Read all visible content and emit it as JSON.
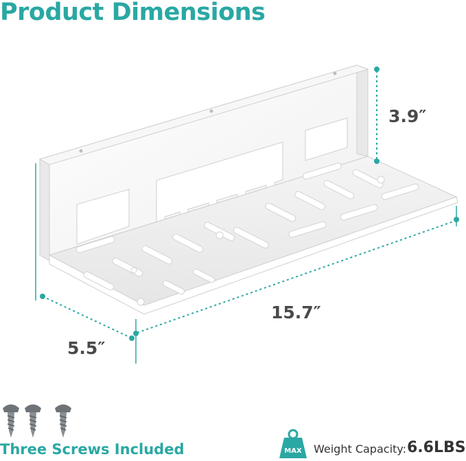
{
  "title": "Product Dimensions",
  "dimensions": {
    "height": "3.9″",
    "length": "15.7″",
    "depth": "5.5″"
  },
  "screws": {
    "label": "Three Screws Included",
    "count": 3,
    "icon": "screw-icon"
  },
  "weight": {
    "label": "Weight Capacity:",
    "value": "6.6LBS",
    "badge": "MAX",
    "icon": "weight-icon"
  },
  "colors": {
    "accent": "#2aa8a3",
    "dimension_text": "#4a4a4a",
    "dimension_line": "#2aa8a3",
    "shelf": "#ffffff",
    "shelf_edge": "#c9c9c9"
  }
}
